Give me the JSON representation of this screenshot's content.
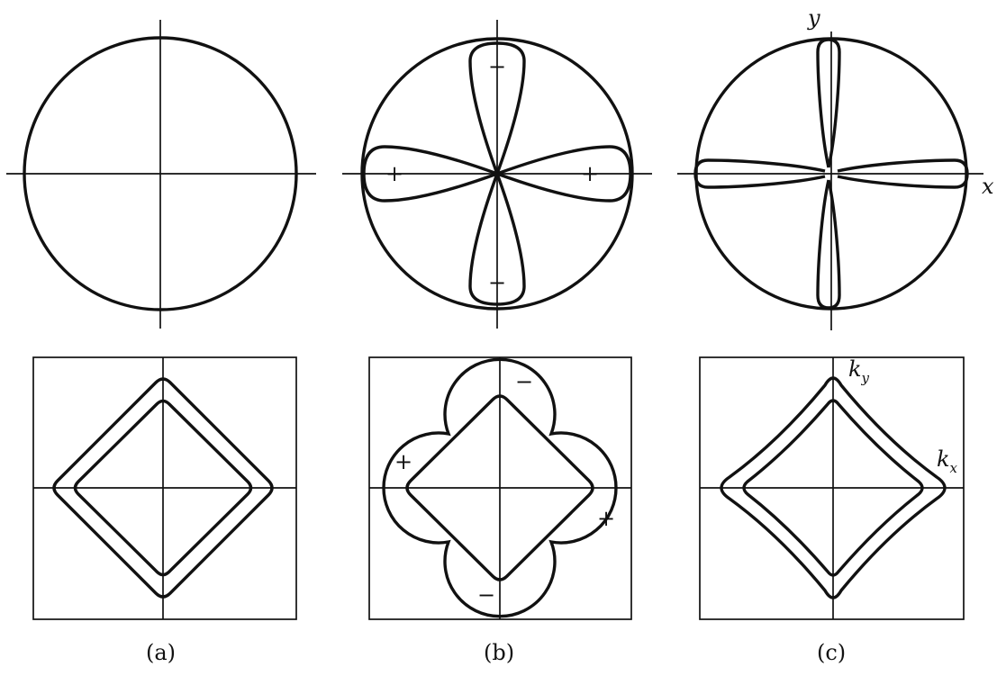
{
  "panels": [
    {
      "caption": "(a)",
      "signs": {}
    },
    {
      "caption": "(b)",
      "signs": {
        "upper_left_lobe": "+",
        "upper_right_lobe": "+",
        "upper_top_lobe": "−",
        "upper_bottom_lobe": "−",
        "lower_top_lobe": "−",
        "lower_bottom_lobe": "−",
        "lower_left_lobe": "+",
        "lower_right_lobe": "+"
      }
    },
    {
      "caption": "(c)",
      "axis_labels": {
        "x": "x",
        "y": "y"
      },
      "k_labels": {
        "ky_base": "k",
        "ky_sub": "y",
        "kx_base": "k",
        "kx_sub": "x"
      }
    }
  ]
}
